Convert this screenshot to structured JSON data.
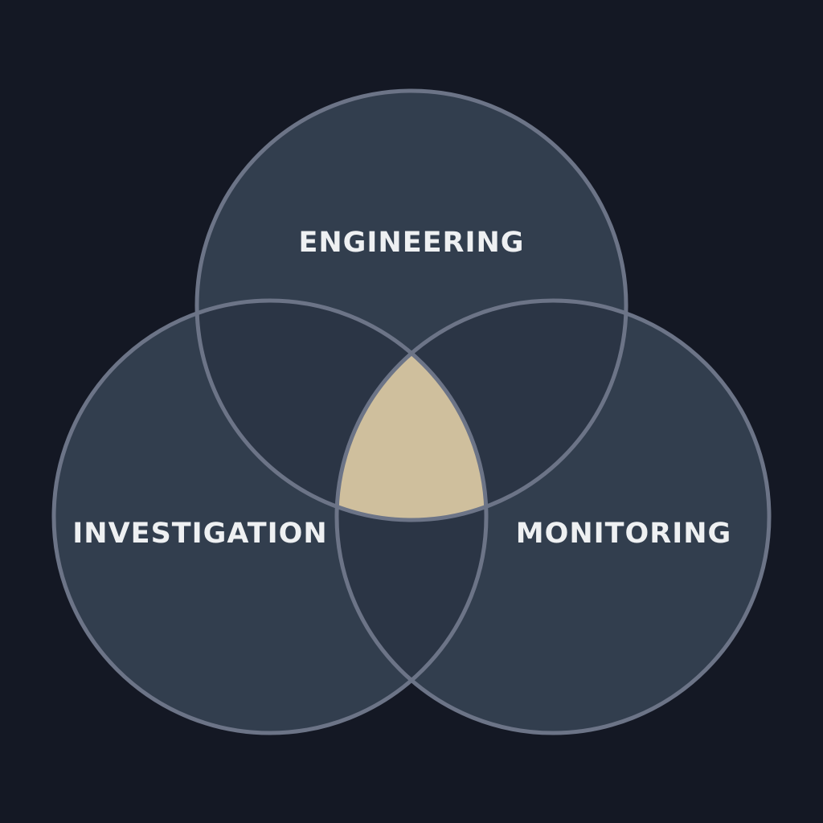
{
  "diagram": {
    "type": "venn-3",
    "sets": [
      {
        "id": "engineering",
        "label": "ENGINEERING"
      },
      {
        "id": "investigation",
        "label": "INVESTIGATION"
      },
      {
        "id": "monitoring",
        "label": "MONITORING"
      }
    ],
    "colors": {
      "background": "#141824",
      "circle_fill": "#323e4e",
      "pair_overlap_fill": "#2b3545",
      "center_overlap_fill": "#cfbf9d",
      "stroke": "#6c7487",
      "label": "#eef0f2"
    }
  }
}
